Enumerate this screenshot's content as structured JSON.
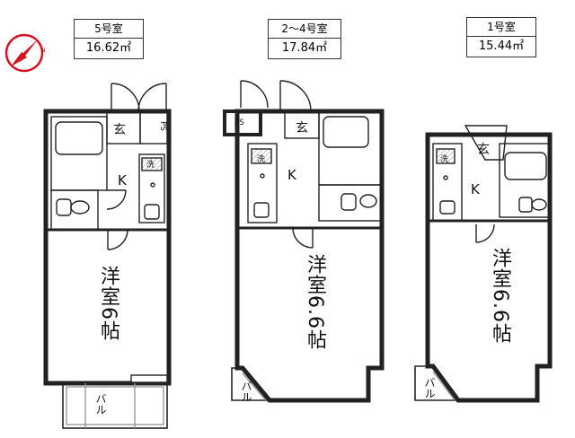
{
  "compass": {
    "north_label": "N",
    "icon": "compass-icon",
    "color": "#d8131f"
  },
  "units": [
    {
      "id": "5",
      "title": "5号室",
      "area": "16.62㎡",
      "room": "洋室6帖",
      "kitchen": "K",
      "entrance": "玄",
      "ps": "PS",
      "wash": "洗",
      "balcony": "バル"
    },
    {
      "id": "2-4",
      "title": "2〜4号室",
      "area": "17.84㎡",
      "room": "洋室6.6帖",
      "kitchen": "K",
      "entrance": "玄",
      "ps": "PS",
      "wash": "洗",
      "balcony": "バル"
    },
    {
      "id": "1",
      "title": "1号室",
      "area": "15.44㎡",
      "room": "洋室6.6帖",
      "kitchen": "K",
      "entrance": "玄",
      "wash": "洗",
      "balcony": "バル"
    }
  ]
}
